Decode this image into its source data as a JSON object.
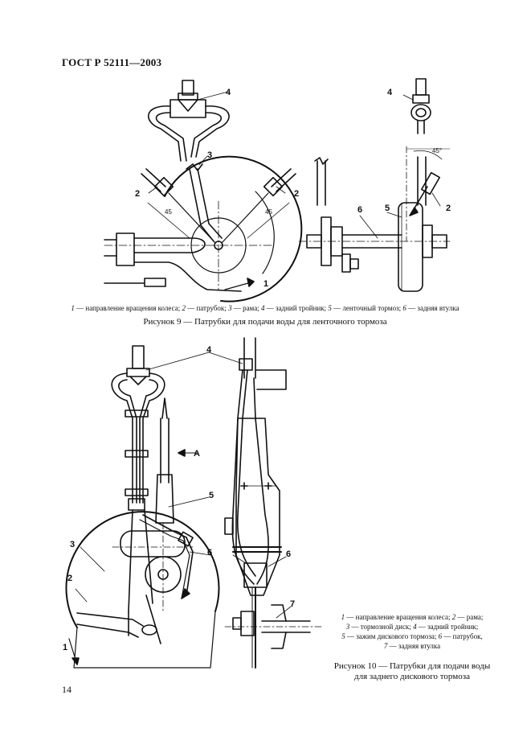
{
  "header": {
    "standard": "ГОСТ Р 52111—2003"
  },
  "figure9": {
    "callouts": [
      "1",
      "2",
      "2",
      "3",
      "4",
      "4",
      "5",
      "6",
      "2"
    ],
    "dims": [
      "45°",
      "45",
      "45"
    ],
    "legend": [
      {
        "n": "1",
        "t": " — направление вращения колеса; "
      },
      {
        "n": "2",
        "t": " — патрубок; "
      },
      {
        "n": "3",
        "t": " — рама; "
      },
      {
        "n": "4",
        "t": " — задний тройник; "
      },
      {
        "n": "5",
        "t": " — ленточный тормоз; "
      },
      {
        "n": "6",
        "t": " — задняя втулка"
      }
    ],
    "caption": "Рисунок 9 — Патрубки для подачи воды для ленточного тормоза"
  },
  "figure10": {
    "callouts": [
      "4",
      "A",
      "5",
      "3",
      "6",
      "6",
      "2",
      "7",
      "1"
    ],
    "legend_lines": [
      [
        {
          "n": "1",
          "t": " — направление вращения колеса; "
        },
        {
          "n": "2",
          "t": " — рама;"
        }
      ],
      [
        {
          "n": "3",
          "t": " — тормозной диск; "
        },
        {
          "n": "4",
          "t": " — задний тройник;"
        }
      ],
      [
        {
          "n": "5",
          "t": " — зажим дискового тормоза; "
        },
        {
          "n": "6",
          "t": " — патрубок,"
        }
      ],
      [
        {
          "n": "7",
          "t": " — задняя втулка"
        }
      ]
    ],
    "caption_lines": [
      "Рисунок 10 — Патрубки для подачи воды",
      "для заднего дискового тормоза"
    ]
  },
  "page_number": "14"
}
